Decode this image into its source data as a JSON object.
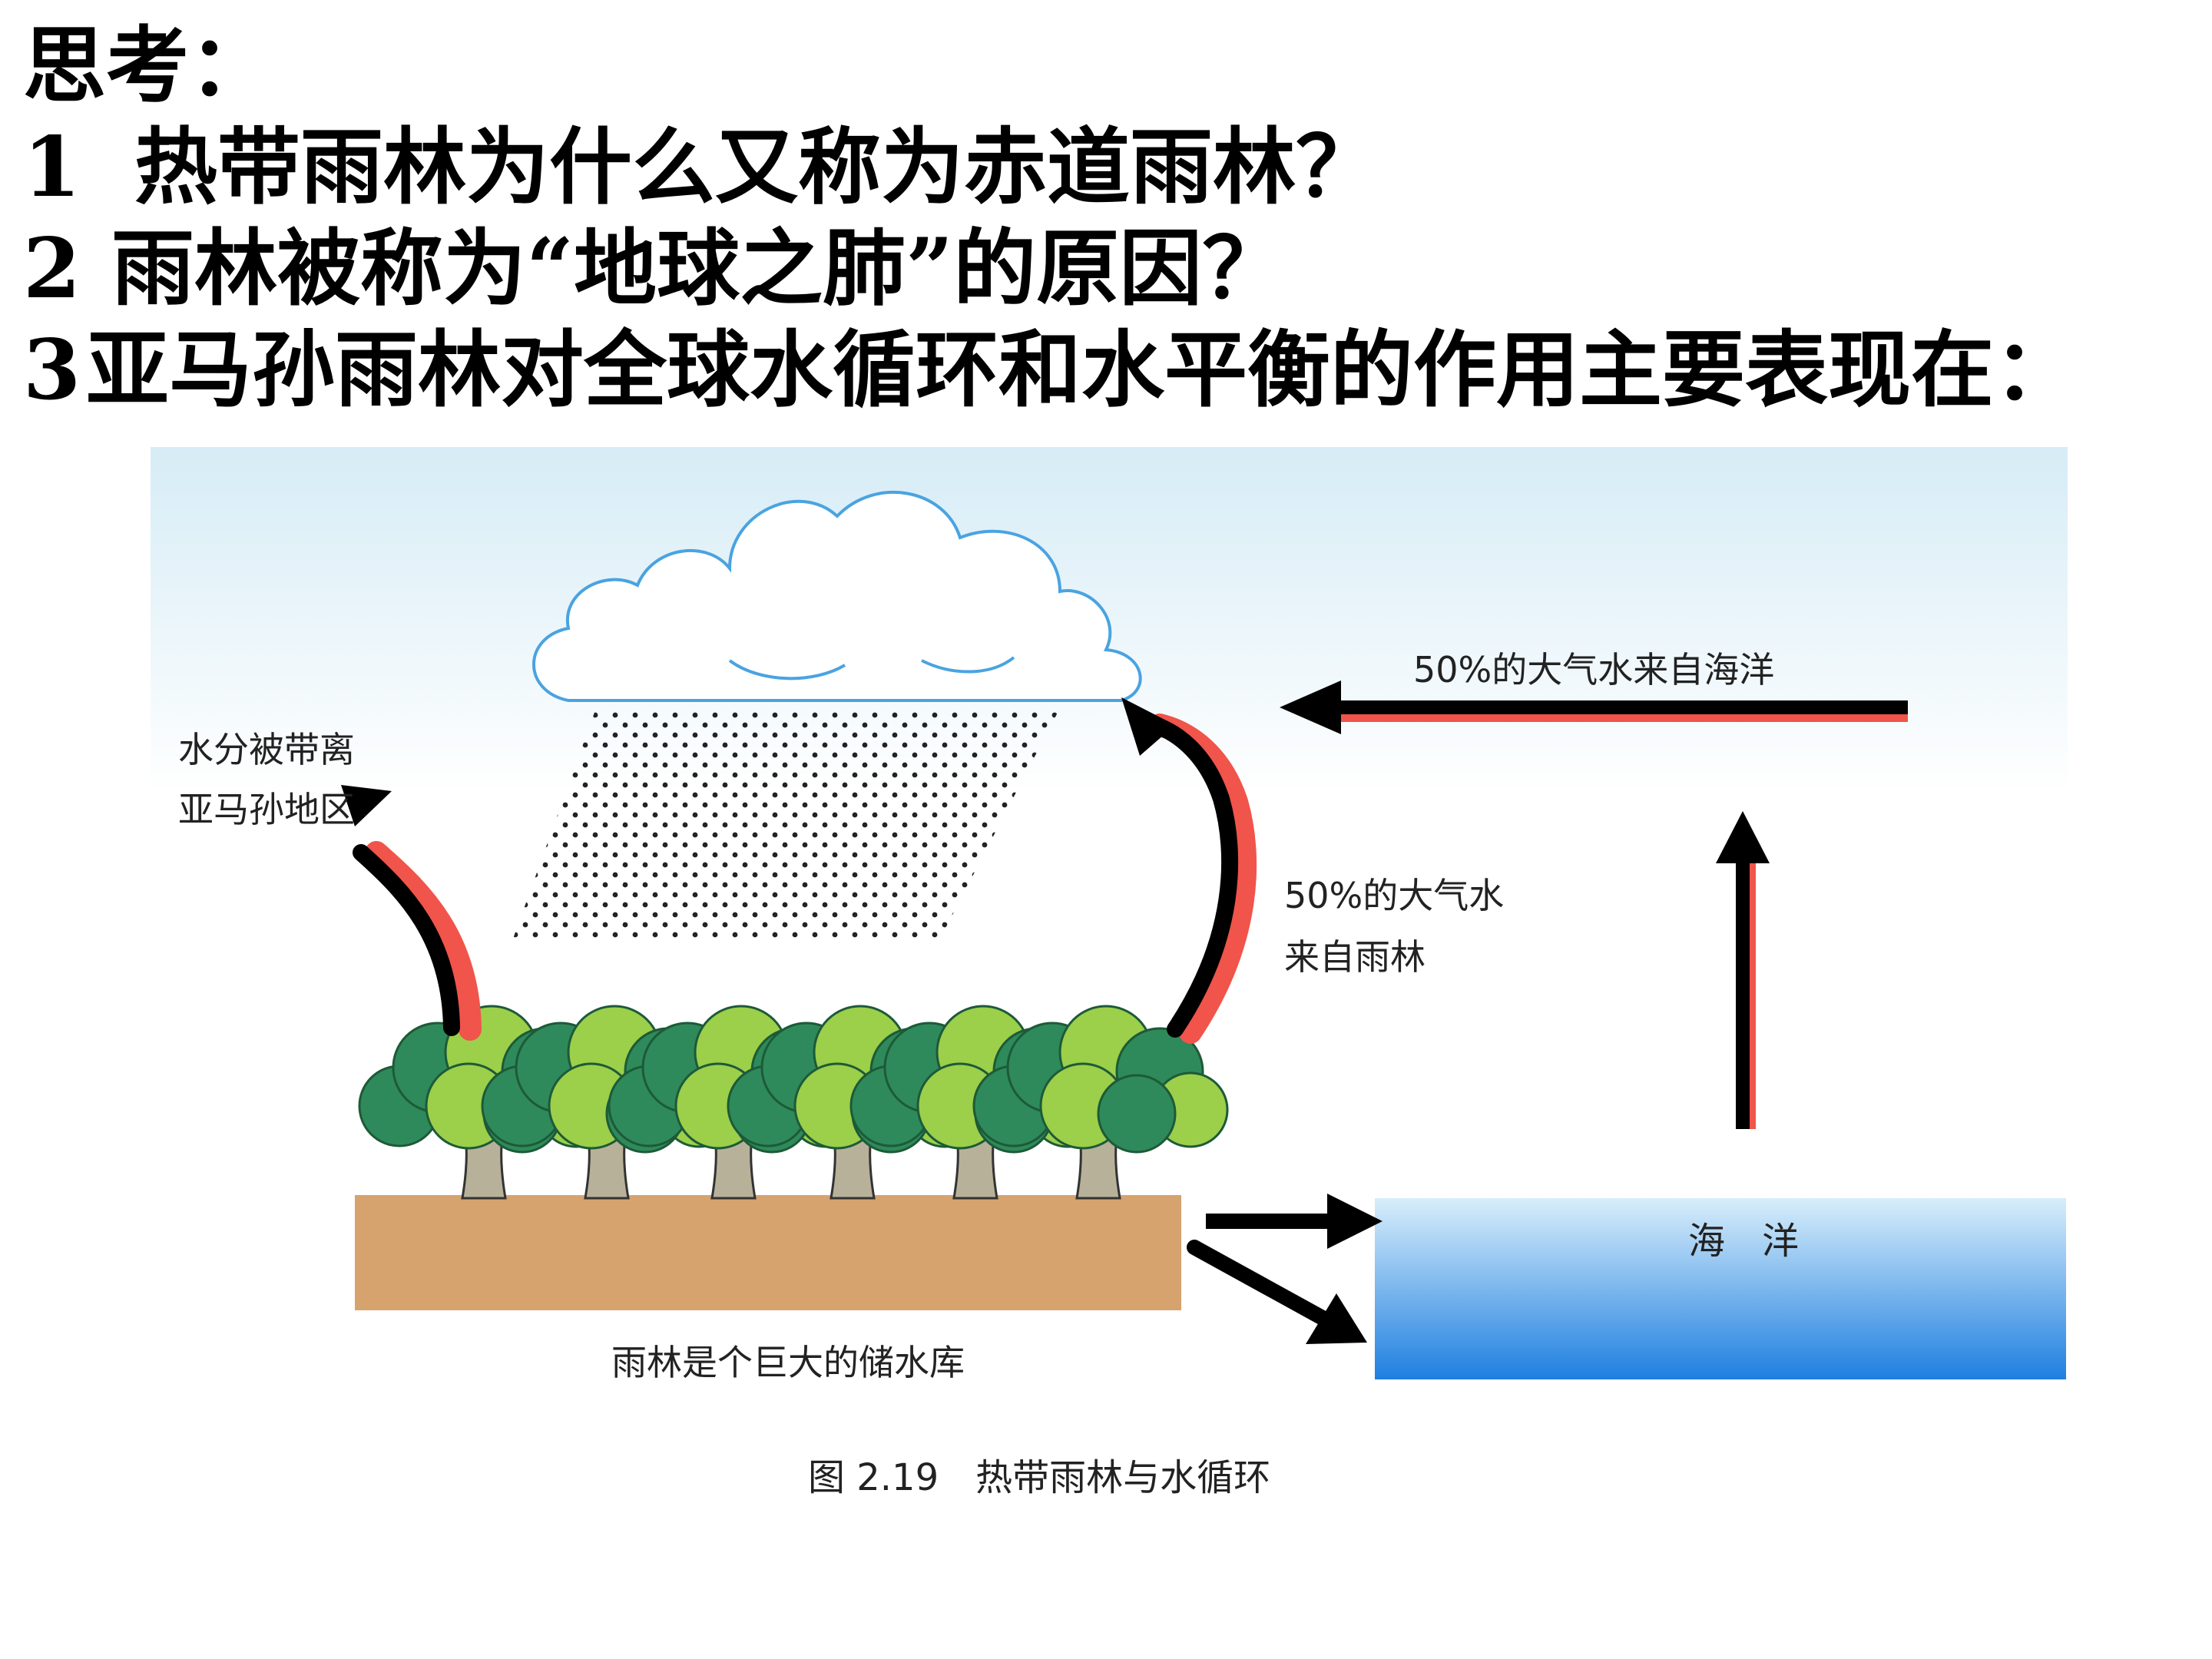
{
  "questions": {
    "heading": "思考：",
    "items": [
      {
        "num": "1",
        "text": "热带雨林为什么又称为赤道雨林？"
      },
      {
        "num": "2",
        "text": "雨林被称为“地球之肺”的原因？"
      },
      {
        "num": "3",
        "text": "亚马孙雨林对全球水循环和水平衡的作用主要表现在："
      }
    ]
  },
  "diagram": {
    "labels": {
      "left_line1": "水分被带离",
      "left_line2": "亚马孙地区",
      "ocean_to_air": "50%的大气水来自海洋",
      "forest_to_air_line1": "50%的大气水",
      "forest_to_air_line2": "来自雨林",
      "reservoir": "雨林是个巨大的储水库",
      "ocean": "海　洋",
      "caption": "图 2.19　热带雨林与水循环"
    },
    "colors": {
      "sky_top": "#d6ecf6",
      "ocean_top": "#d8eefb",
      "ocean_bottom": "#1f7fe0",
      "soil": "#d6a26e",
      "tree_dark": "#2e8a5a",
      "tree_light": "#9ccf4a",
      "cloud_stroke": "#4aa3e0",
      "arrow": "#000000",
      "arrow_shadow": "#f0544a"
    }
  }
}
